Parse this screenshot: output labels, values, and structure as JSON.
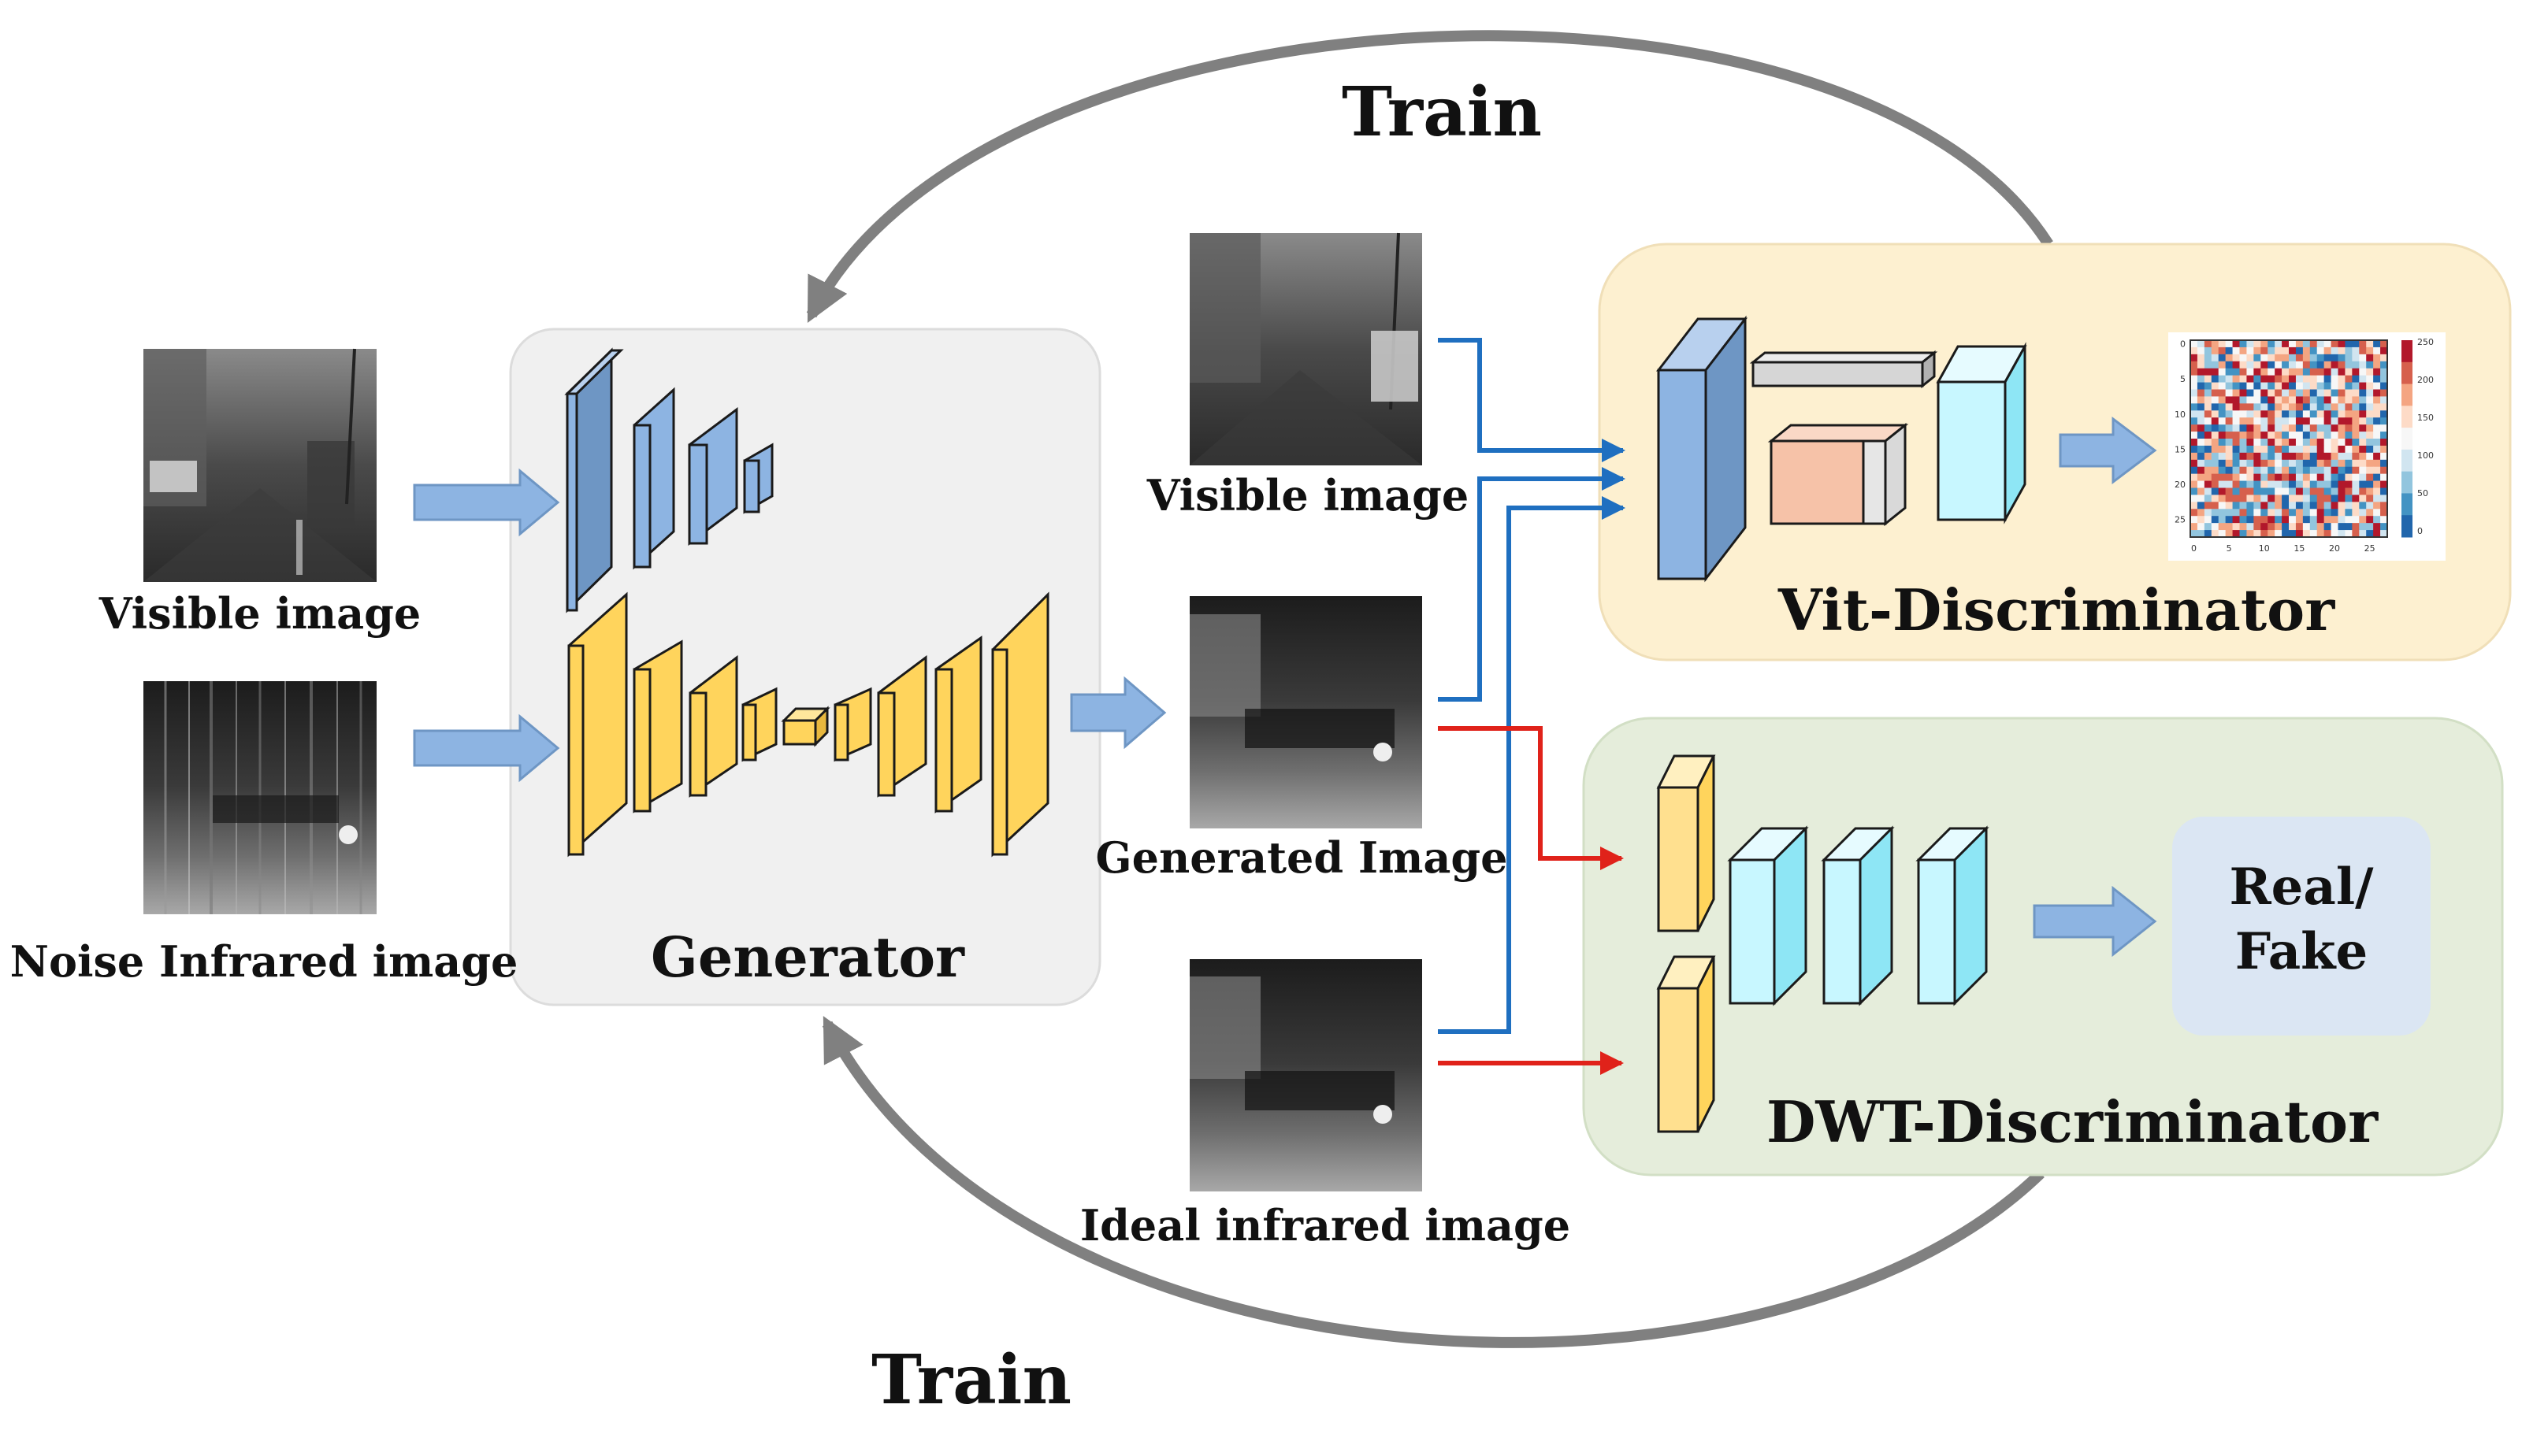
{
  "labels": {
    "train_top": "Train",
    "train_bottom": "Train",
    "visible_input": "Visible image",
    "noise_infrared_input": "Noise Infrared image",
    "generator": "Generator",
    "visible_middle": "Visible image",
    "generated": "Generated Image",
    "ideal_infrared": "Ideal infrared image",
    "vit_discriminator": "Vit-Discriminator",
    "dwt_discriminator": "DWT-Discriminator",
    "real_fake_line1": "Real/",
    "real_fake_line2": "Fake"
  },
  "heatmap": {
    "colorbar_ticks": [
      "250",
      "200",
      "150",
      "100",
      "50",
      "0"
    ],
    "x_ticks": [
      "0",
      "5",
      "10",
      "15",
      "20",
      "25"
    ],
    "y_ticks": [
      "0",
      "5",
      "10",
      "15",
      "20",
      "25"
    ],
    "colormap": "RdBu (red high, blue low)"
  },
  "colors": {
    "encoder_blue": "#8db4e2",
    "decoder_yellow": "#ffd45c",
    "cyan_block": "#c8f7ff",
    "salmon_block": "#f6c2a8",
    "gray_block": "#d6d6d6",
    "generator_panel": "#f0f0f0",
    "vit_panel": "#fdf0d0",
    "dwt_panel": "#e5eddb",
    "real_fake_box": "#dbe6f3",
    "blue_arrow": "#1f6fc0",
    "red_arrow": "#e0221a",
    "train_arrow": "#808080"
  }
}
